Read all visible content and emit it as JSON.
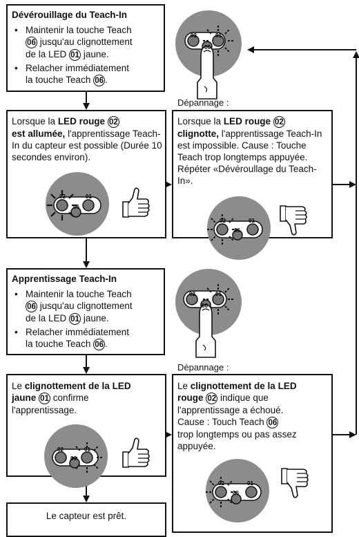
{
  "unlock": {
    "title": "Dévérouillage du Teach-In",
    "b1_pre": "Maintenir la touche Teach",
    "b1_num1": "06",
    "b1_mid": "jusqu'au clignottement",
    "b1_l3_pre": "de la LED",
    "b1_num2": "01",
    "b1_l3_post": "jaune.",
    "b2_l1": "Relacher immédiatement",
    "b2_l2": "la touche Teach",
    "b2_num": "06",
    "b2_post": "."
  },
  "ready_red": {
    "pre": "Lorsque la",
    "bold1": "LED rouge",
    "num": "02",
    "bold2": "est allumée,",
    "rest": "l'apprentissage Teach-In du capteur est possible (Durée 10 secondes environ)."
  },
  "trouble1": {
    "header": "Dépannage :",
    "pre": "Lorsque la",
    "bold1": "LED rouge",
    "num": "02",
    "bold2": "clignotte,",
    "rest": "l'apprentissage Teach-In est impossible. Cause : Touche Teach trop longtemps appuyée. Répéter «Dévéroullage du Teach-In»."
  },
  "learn": {
    "title": "Apprentissage Teach-In",
    "b1_pre": "Maintenir la touche Teach",
    "b1_num1": "06",
    "b1_mid": "jusqu'au clignottement",
    "b1_l3_pre": "de la LED",
    "b1_num2": "01",
    "b1_l3_post": "jaune.",
    "b2_l1": "Relacher immédiatement",
    "b2_l2": "la touche Teach",
    "b2_num": "06",
    "b2_post": "."
  },
  "confirm": {
    "pre": "Le",
    "bold1": "clignottement de la LED",
    "bold2": "jaune",
    "num": "01",
    "post": "confirme",
    "line3": "l'apprentissage."
  },
  "trouble2": {
    "header": "Dépannage :",
    "pre": "Le",
    "bold1": "clignottement de la LED",
    "bold2": "rouge",
    "num": "02",
    "post": "indique que",
    "line3": "l'apprentissage a échoué.",
    "line4_pre": "Cause : Touch Teach",
    "num2": "06",
    "line5": "trop longtemps ou pas assez",
    "line6": "appuyée."
  },
  "final": {
    "text": "Le capteur est prêt."
  },
  "sensor": {
    "led_red": "02",
    "led_yellow": "01",
    "button": "06"
  },
  "colors": {
    "disc": "#8c8c8c",
    "stroke": "#111111"
  }
}
